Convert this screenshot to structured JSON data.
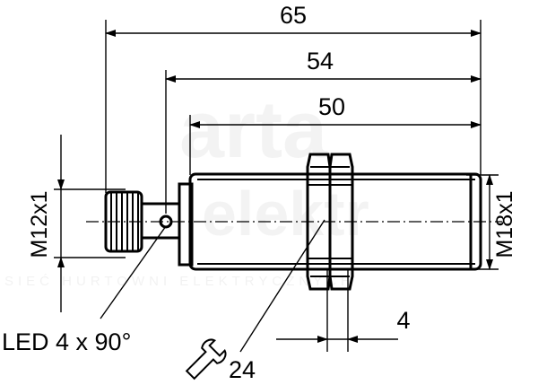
{
  "dimensions": {
    "overall_length": "65",
    "body_length": "54",
    "thread_length": "50",
    "connector_thread": "M12x1",
    "body_thread": "M18x1",
    "nut_width": "4",
    "led": "LED 4 x 90°",
    "wrench_size": "24"
  },
  "watermark": {
    "brand": "elektr",
    "tagline": "SIEĆ HURTOWNI ELEKTRYCZNYCH"
  }
}
